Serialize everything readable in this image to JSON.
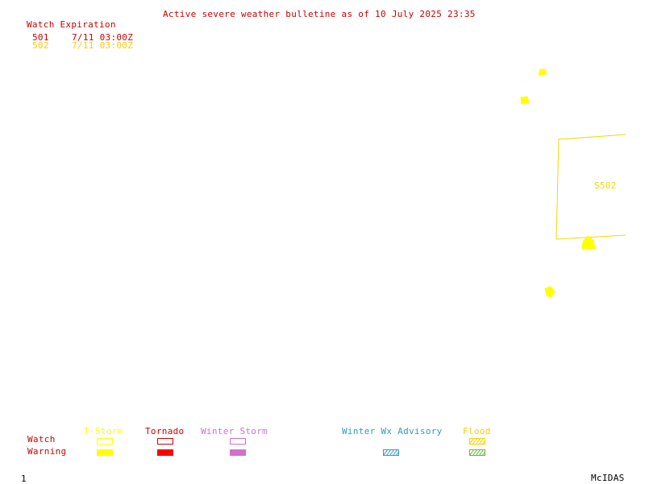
{
  "header": {
    "title": "Active severe weather bulletine as of 10 July 2025 23:35"
  },
  "watch_expiration": {
    "heading": "Watch Expiration",
    "items": [
      {
        "id": "501",
        "expires": "7/11 03:00Z",
        "color": "#cc0000"
      },
      {
        "id": "502",
        "expires": "7/11 03:00Z",
        "color": "#ffcc00"
      }
    ]
  },
  "map": {
    "watch_label": "S502",
    "watch_color": "#f0d800",
    "warning_color": "#ffff00"
  },
  "legend": {
    "row_labels": {
      "watch": "Watch",
      "warning": "Warning"
    },
    "columns": [
      {
        "label": "T-Storm",
        "color": "#ffff00",
        "watch_style": "outline",
        "warning_style": "fill"
      },
      {
        "label": "Tornado",
        "color": "#ff0000",
        "watch_style": "outline",
        "warning_style": "fill"
      },
      {
        "label": "Winter Storm",
        "color": "#d070d0",
        "watch_style": "outline",
        "warning_style": "fill"
      },
      {
        "label": "Winter Wx Advisory",
        "color": "#3399cc",
        "watch_style": "none",
        "warning_style": "hatch"
      },
      {
        "label": "Flood",
        "color": "#66bb33",
        "watch_style": "hatch",
        "warning_style": "hatch"
      }
    ]
  },
  "footer": {
    "frame_number": "1",
    "brand": "McIDAS"
  }
}
